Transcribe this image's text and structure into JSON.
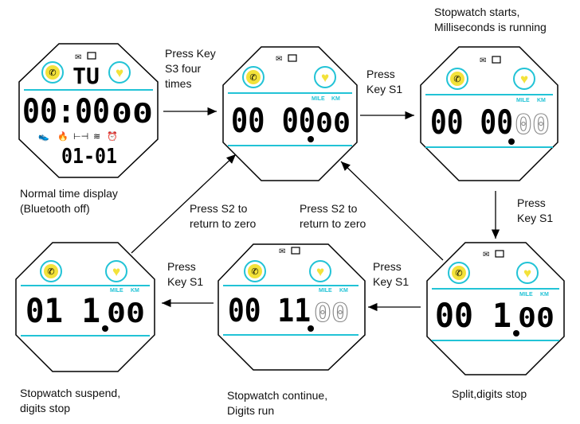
{
  "watches": [
    {
      "id": "normal",
      "top_text": "TU",
      "digits": [
        "00:00",
        "00"
      ],
      "date": "01-01",
      "mile_km": false
    },
    {
      "id": "reset",
      "top_text": "",
      "digits": [
        "00 00",
        "00"
      ],
      "mile_km": true
    },
    {
      "id": "start",
      "top_text": "",
      "digits": [
        "00 00",
        "00"
      ],
      "mile_km": true
    },
    {
      "id": "split",
      "top_text": "",
      "digits": [
        "00 1",
        "00"
      ],
      "mile_km": true
    },
    {
      "id": "continue",
      "top_text": "",
      "digits": [
        "00 11",
        "00"
      ],
      "mile_km": true
    },
    {
      "id": "suspend",
      "top_text": "",
      "digits": [
        "01 1",
        "00"
      ],
      "mile_km": true
    }
  ],
  "mile_label": "MILE",
  "km_label": "KM",
  "captions": {
    "normal": [
      "Normal time display",
      "(Bluetooth off)"
    ],
    "start": [
      "Stopwatch starts,",
      "Milliseconds is running"
    ],
    "split": [
      "Split,digits stop"
    ],
    "continue": [
      "Stopwatch continue,",
      "Digits run"
    ],
    "suspend": [
      "Stopwatch suspend,",
      "digits stop"
    ]
  },
  "arrows": {
    "s3": [
      "Press Key",
      "S3 four",
      "times"
    ],
    "s1_a": [
      "Press",
      "Key S1"
    ],
    "s1_b": [
      "Press",
      "Key S1"
    ],
    "s1_c": [
      "Press",
      "Key S1"
    ],
    "s1_d": [
      "Press",
      "Key S1"
    ],
    "s2_a": [
      "Press S2 to",
      "return to zero"
    ],
    "s2_b": [
      "Press S2 to",
      "return to zero"
    ]
  },
  "colors": {
    "cyan": "#22c3d6",
    "yellow": "#f3e23a",
    "outline": "#000000"
  }
}
